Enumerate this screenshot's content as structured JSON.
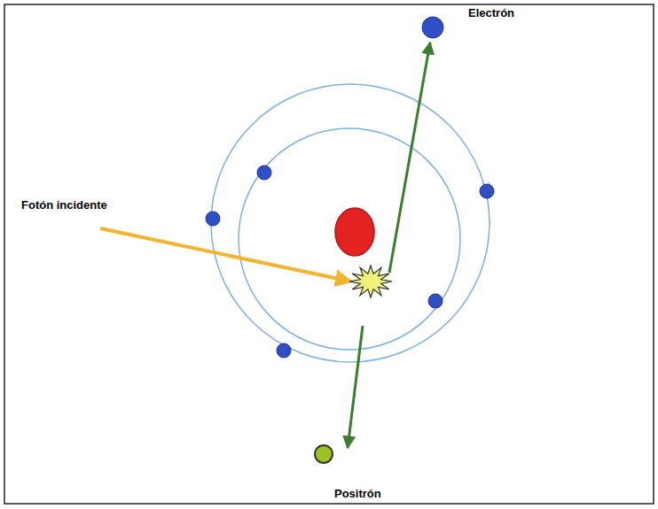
{
  "diagram": {
    "labels": [
      "Electrón",
      "Fotón incidente",
      "Positrón"
    ]
  }
}
